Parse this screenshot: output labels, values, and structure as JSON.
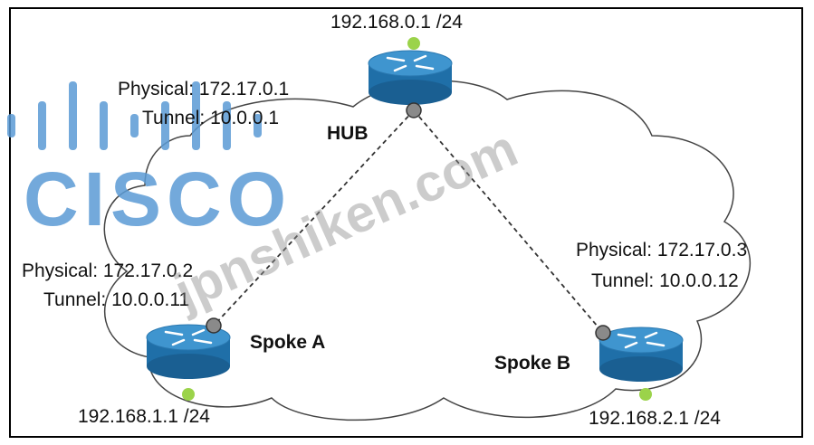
{
  "logo": {
    "wordmark": "CISCO",
    "color": "#5b9bd5",
    "icon": "cisco-bridge-logo-icon"
  },
  "watermark": "jpnshiken.com",
  "colors": {
    "router_body": "#1f6fa8",
    "router_top": "#3f95cf",
    "lan_dot": "#9bd34a",
    "tunnel_dot": "#8a8a8a",
    "tunnel_line": "#333333",
    "cloud_stroke": "#444444"
  },
  "hub": {
    "name": "HUB",
    "lan": "192.168.0.1 /24",
    "physical": "Physical: 172.17.0.1",
    "tunnel": "Tunnel: 10.0.0.1",
    "icon": "router-icon"
  },
  "spoke_a": {
    "name": "Spoke A",
    "lan": "192.168.1.1 /24",
    "physical": "Physical: 172.17.0.2",
    "tunnel": "Tunnel: 10.0.0.11",
    "icon": "router-icon"
  },
  "spoke_b": {
    "name": "Spoke B",
    "lan": "192.168.2.1 /24",
    "physical": "Physical: 172.17.0.3",
    "tunnel": "Tunnel: 10.0.0.12",
    "icon": "router-icon"
  }
}
